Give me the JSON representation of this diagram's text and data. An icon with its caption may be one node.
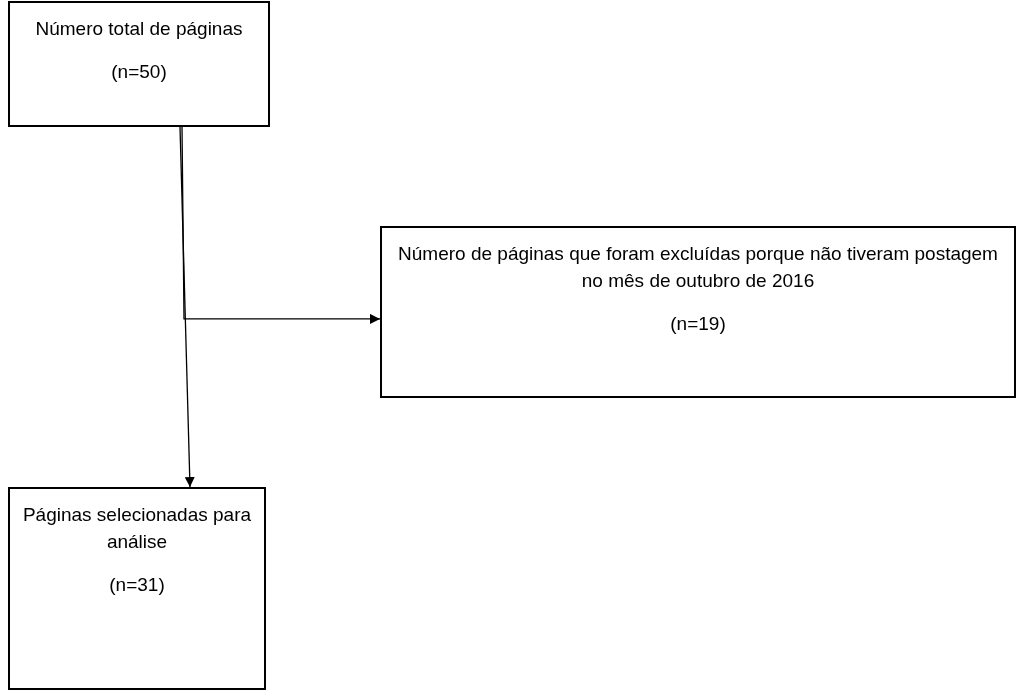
{
  "diagram": {
    "nodes": [
      {
        "text": [
          "Número total de páginas",
          "(n=50)"
        ]
      },
      {
        "text": [
          "Número de páginas que foram excluídas porque não tiveram postagem no mês de outubro de 2016",
          "(n=19)"
        ]
      },
      {
        "text": [
          "Páginas selecionadas para análise",
          "(n=31)"
        ]
      }
    ],
    "edges": [
      {
        "from": 0,
        "to": 2,
        "arrow": "to"
      },
      {
        "from": 0,
        "to": 1,
        "arrow": "to"
      }
    ]
  }
}
